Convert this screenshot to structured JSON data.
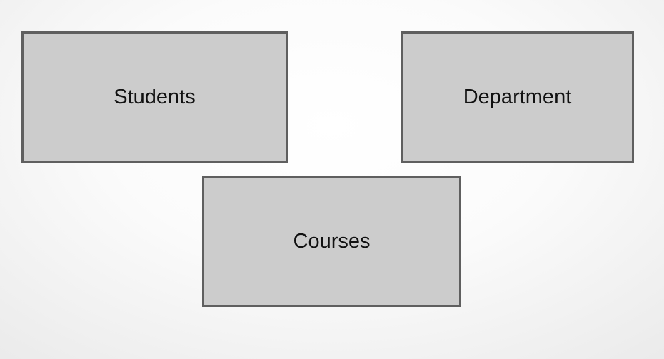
{
  "diagram": {
    "entities": [
      {
        "id": "students",
        "label": "Students"
      },
      {
        "id": "department",
        "label": "Department"
      },
      {
        "id": "courses",
        "label": "Courses"
      }
    ]
  }
}
